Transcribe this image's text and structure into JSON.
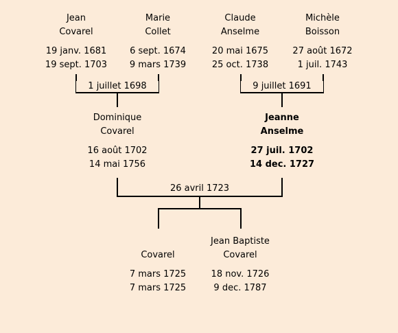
{
  "people": {
    "jean_covarel": {
      "first": "Jean",
      "last": "Covarel",
      "birth": "19 janv. 1681",
      "death": "19 sept. 1703"
    },
    "marie_collet": {
      "first": "Marie",
      "last": "Collet",
      "birth": "6 sept. 1674",
      "death": "9 mars 1739"
    },
    "claude_anselme": {
      "first": "Claude",
      "last": "Anselme",
      "birth": "20 mai 1675",
      "death": "25 oct. 1738"
    },
    "michele_boisson": {
      "first": "Michèle",
      "last": "Boisson",
      "birth": "27 août 1672",
      "death": "1 juil. 1743"
    },
    "dominique_covarel": {
      "first": "Dominique",
      "last": "Covarel",
      "birth": "16 août 1702",
      "death": "14 mai 1756"
    },
    "jeanne_anselme": {
      "first": "Jeanne",
      "last": "Anselme",
      "birth": "27 juil. 1702",
      "death": "14 dec. 1727"
    },
    "covarel_child": {
      "first": "",
      "last": "Covarel",
      "birth": "7 mars 1725",
      "death": "7 mars 1725"
    },
    "jean_baptiste_covarel": {
      "first": "Jean Baptiste",
      "last": "Covarel",
      "birth": "18 nov. 1726",
      "death": "9 dec. 1787"
    }
  },
  "marriages": {
    "covarel_collet": "1 juillet 1698",
    "anselme_boisson": "9 juillet 1691",
    "covarel_anselme": "26 avril 1723"
  }
}
